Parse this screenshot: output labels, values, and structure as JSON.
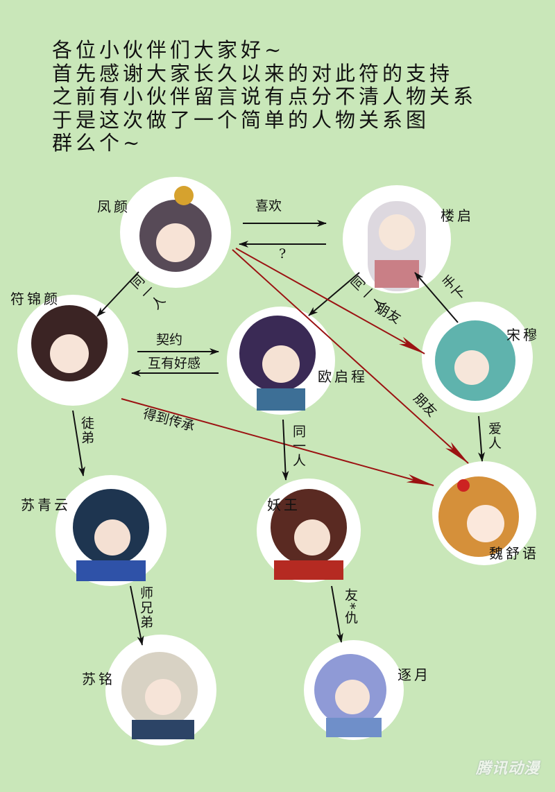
{
  "intro_lines": [
    "各位小伙伴们大家好~",
    "首先感谢大家长久以来的对此符的支持",
    "之前有小伙伴留言说有点分不清人物关系",
    "于是这次做了一个简单的人物关系图",
    "群么个~"
  ],
  "characters": {
    "fengyan": "凤颜",
    "louqi": "楼启",
    "fujinyan": "符锦颜",
    "ouqicheng": "欧启程",
    "songmu": "宋穆",
    "suqingyun": "苏青云",
    "yaowang": "妖王",
    "weishuyu": "魏舒语",
    "suming": "苏铭",
    "zhuyue": "逐月"
  },
  "relations": {
    "fengyan_louqi": "喜欢",
    "louqi_fengyan": "?",
    "fengyan_fujinyan": "同一人",
    "louqi_ouqicheng": "同一人",
    "songmu_louqi": "手下",
    "fengyan_songmu": "朋友",
    "fengyan_weishuyu": "朋友",
    "fujinyan_ouqicheng": "契约",
    "ouqicheng_fujinyan": "互有好感",
    "fujinyan_weishuyu": "得到传承",
    "fujinyan_suqingyun": "徒弟",
    "ouqicheng_yaowang": "同一人",
    "songmu_weishuyu": "爱人",
    "suqingyun_suming": "师兄弟",
    "yaowang_zhuyue": "友*仇"
  },
  "watermark": "腾讯动漫",
  "colors": {
    "background": "#c9e7b9",
    "black_arrow": "#111111",
    "red_arrow": "#9b1212"
  }
}
